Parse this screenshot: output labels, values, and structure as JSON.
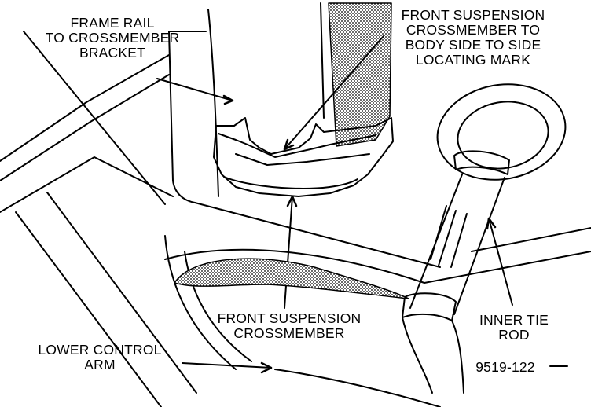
{
  "figure": {
    "id_text": "9519-122",
    "ink_color": "#000000",
    "paper_color": "#ffffff"
  },
  "labels": {
    "frame_rail_bracket": [
      "FRAME RAIL",
      "TO CROSSMEMBER",
      "BRACKET"
    ],
    "locating_mark": [
      "FRONT SUSPENSION",
      "CROSSMEMBER TO",
      "BODY SIDE TO SIDE",
      "LOCATING MARK"
    ],
    "crossmember": [
      "FRONT SUSPENSION",
      "CROSSMEMBER"
    ],
    "lower_control_arm": [
      "LOWER CONTROL",
      "ARM"
    ],
    "inner_tie_rod": [
      "INNER TIE",
      "ROD"
    ]
  }
}
